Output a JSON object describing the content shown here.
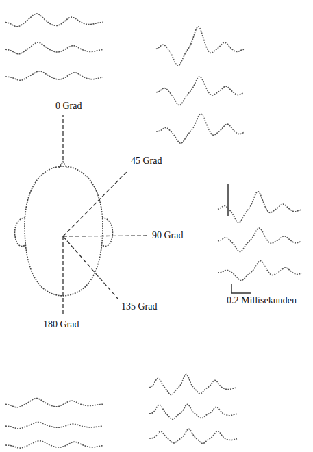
{
  "diagram": {
    "labels": [
      "0 Grad",
      "45 Grad",
      "90 Grad",
      "135 Grad",
      "180 Grad",
      "0.2 Millisekunden"
    ]
  }
}
